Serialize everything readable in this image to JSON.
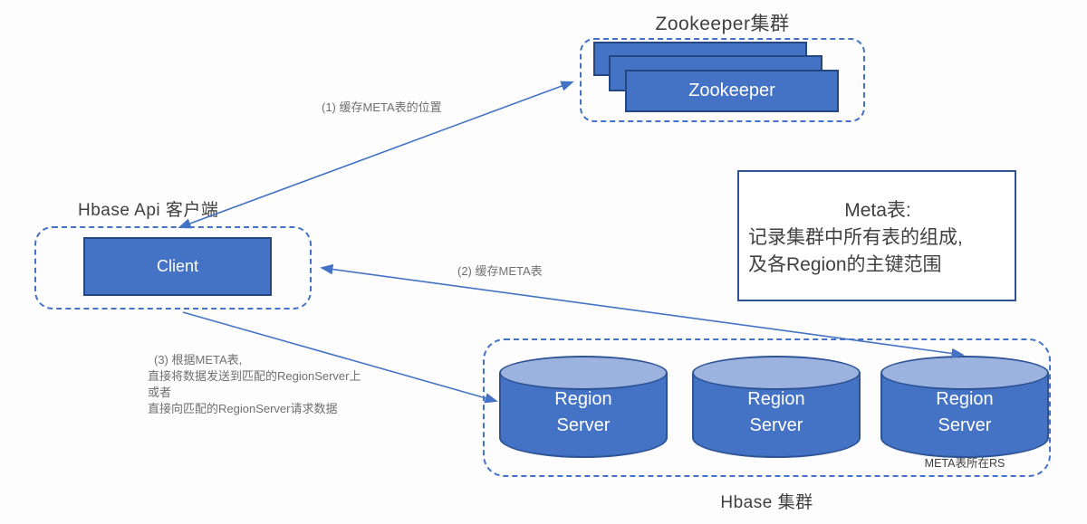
{
  "colors": {
    "primary_blue": "#4472C4",
    "node_border_blue": "#24477F",
    "cylinder_border_blue": "#2F5496",
    "cylinder_top_blue": "#9DB3DF",
    "dashed_border_blue": "#4472C4",
    "title_text": "#3F3F3F",
    "annotation_text": "#707070"
  },
  "zookeeper_cluster": {
    "title": "Zookeeper集群",
    "node_label": "Zookeeper"
  },
  "client": {
    "title": "Hbase Api 客户端",
    "label": "Client"
  },
  "meta_note": {
    "heading": "Meta表:",
    "line1": "记录集群中所有表的组成,",
    "line2": "及各Region的主键范围"
  },
  "hbase_cluster": {
    "title": "Hbase 集群",
    "servers": [
      {
        "line1": "Region",
        "line2": "Server"
      },
      {
        "line1": "Region",
        "line2": "Server"
      },
      {
        "line1": "Region",
        "line2": "Server"
      }
    ],
    "meta_rs_note": "META表所在RS"
  },
  "steps": {
    "step1": "(1)  缓存META表的位置",
    "step2": "(2)  缓存META表",
    "step3": [
      "(3)  根据META表,",
      "直接将数据发送到匹配的RegionServer上",
      "或者",
      "直接向匹配的RegionServer请求数据"
    ]
  }
}
